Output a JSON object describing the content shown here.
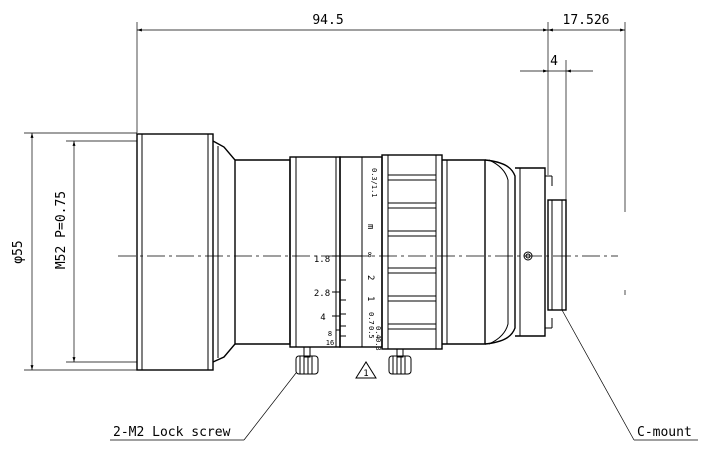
{
  "dimensions": {
    "overall_length": "94.5",
    "flange_back": "17.526",
    "mount_thread_length": "4",
    "outer_diameter": "φ55",
    "filter_thread": "M52 P=0.75"
  },
  "callouts": {
    "lock_screw": "2-M2 Lock screw",
    "mount": "C-mount",
    "warning_number": "1"
  },
  "aperture_scale": [
    "1.8",
    "2.8",
    "4",
    "8",
    "16"
  ],
  "focus_scale": [
    "m",
    "∞",
    "2",
    "1",
    "0.7",
    "0.5",
    "0.4",
    "0.3"
  ],
  "focus_ring_marking": "0.3/1.1"
}
